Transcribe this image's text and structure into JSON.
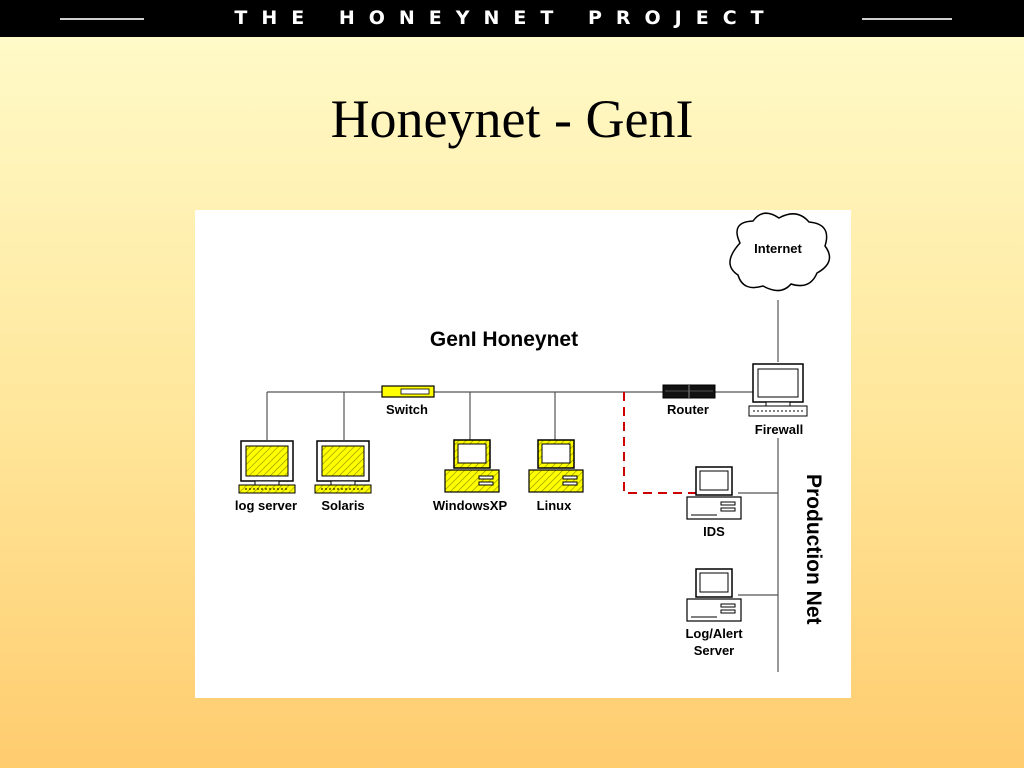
{
  "header": {
    "banner_text": "THE HONEYNET PROJECT"
  },
  "slide": {
    "title": "Honeynet - GenI"
  },
  "diagram": {
    "title": "GenI Honeynet",
    "cloud_label": "Internet",
    "nodes": {
      "switch": "Switch",
      "router": "Router",
      "firewall": "Firewall",
      "log_server": "log server",
      "solaris": "Solaris",
      "windowsxp": "WindowsXP",
      "linux": "Linux",
      "ids": "IDS",
      "log_alert_line1": "Log/Alert",
      "log_alert_line2": "Server"
    },
    "production_label": "Production Net",
    "colors": {
      "honeypot_fill": "#ffff00",
      "dashed_link": "#cc0000",
      "line": "#555555"
    }
  }
}
